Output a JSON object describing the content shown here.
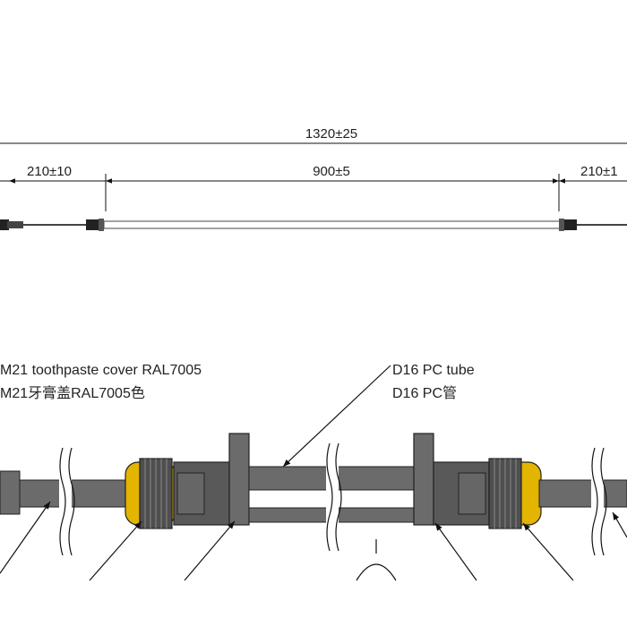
{
  "dimensions": {
    "overall": "1320±25",
    "left_segment": "210±10",
    "middle_segment": "900±5",
    "right_segment": "210±1"
  },
  "callouts": {
    "cover": {
      "line1": "M21 toothpaste cover RAL7005",
      "line2": "M21牙膏盖RAL7005色"
    },
    "tube": {
      "line1": "D16 PC tube",
      "line2": "D16 PC管"
    }
  },
  "colors": {
    "cable_grey": "#6b6b6b",
    "connector_grey": "#595959",
    "cap_yellow": "#e3b400",
    "line_black": "#111111"
  }
}
